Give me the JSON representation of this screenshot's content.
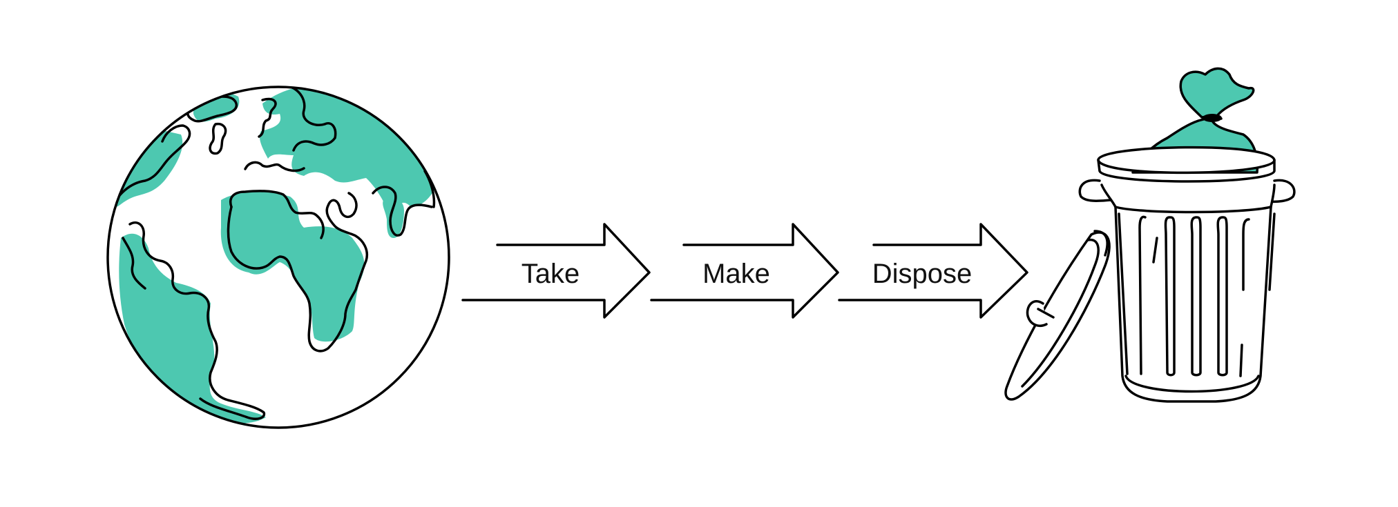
{
  "diagram": {
    "steps": [
      {
        "label": "Take"
      },
      {
        "label": "Make"
      },
      {
        "label": "Dispose"
      }
    ],
    "icons": [
      "globe-icon",
      "trash-can-icon"
    ],
    "colors": {
      "accent": "#4dc8b0",
      "ink": "#000000",
      "background": "#ffffff"
    }
  }
}
